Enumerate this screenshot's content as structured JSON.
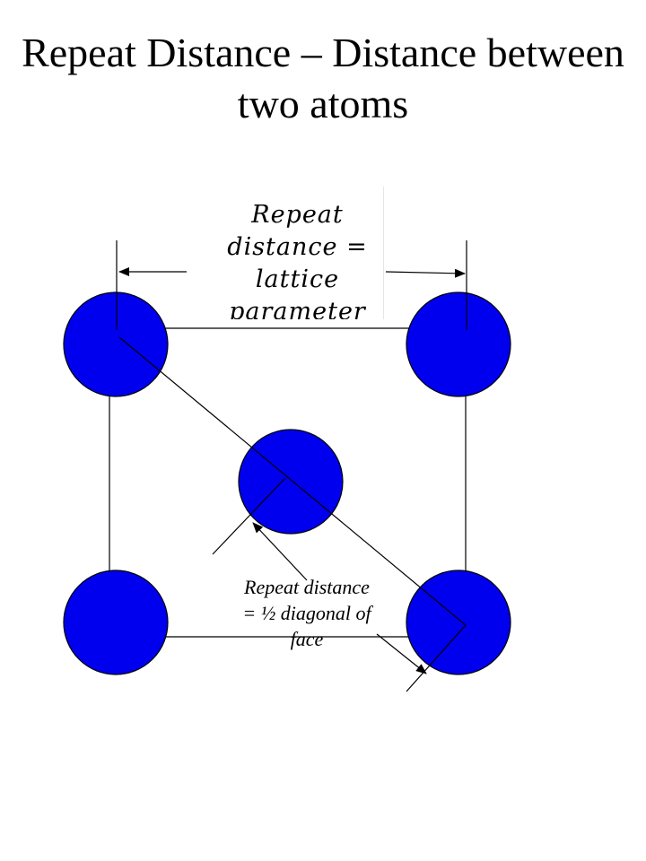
{
  "title": "Repeat Distance – Distance between two atoms",
  "labels": {
    "lattice": "Repeat distance = lattice parameter",
    "half_diagonal": "Repeat distance = ½ diagonal of face"
  },
  "atoms": [
    {
      "name": "top-left"
    },
    {
      "name": "top-right"
    },
    {
      "name": "center"
    },
    {
      "name": "bottom-left"
    },
    {
      "name": "bottom-right"
    }
  ],
  "colors": {
    "atom_fill": "#0000ee",
    "atom_stroke": "#000000",
    "line": "#000000"
  }
}
